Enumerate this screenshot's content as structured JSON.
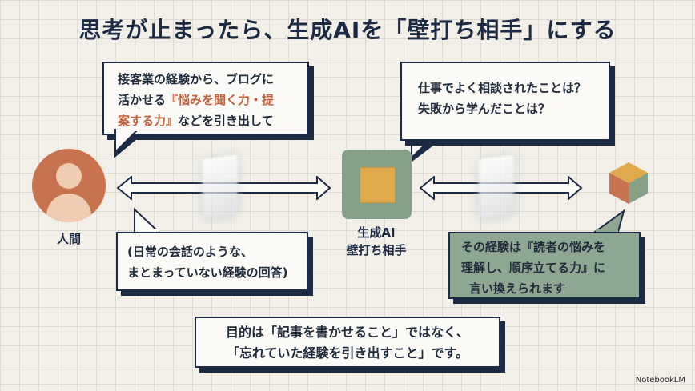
{
  "title": "思考が止まったら、生成AIを「壁打ち相手」にする",
  "bubble_top_left": {
    "line1": "接客業の経験から、ブログに",
    "line2_pre": "活かせる",
    "line2_accent": "『悩みを聞く力・提",
    "line3_accent": "案する力』",
    "line3_post": "などを引き出して"
  },
  "bubble_top_right": {
    "line1": "仕事でよく相談されたことは？",
    "line2": "失敗から学んだことは？"
  },
  "bubble_bottom_left": {
    "line1": "(日常の会話のような、",
    "line2": "まとまっていない経験の回答)"
  },
  "bubble_bottom_right": {
    "line1": "その経験は『読者の悩みを",
    "line2": "理解し、順序立てる力』に",
    "line3": "言い換えられます"
  },
  "human": {
    "label": "人間"
  },
  "ai": {
    "label_line1": "生成AI",
    "label_line2": "壁打ち相手"
  },
  "conclusion": {
    "line1": "目的は「記事を書かせること」ではなく、",
    "line2": "「忘れていた経験を引き出すこと」です。"
  },
  "brand": "NotebookLM",
  "colors": {
    "navy": "#1c2a44",
    "accent": "#c0633f",
    "green": "#86a088",
    "gold": "#e0a94b"
  }
}
